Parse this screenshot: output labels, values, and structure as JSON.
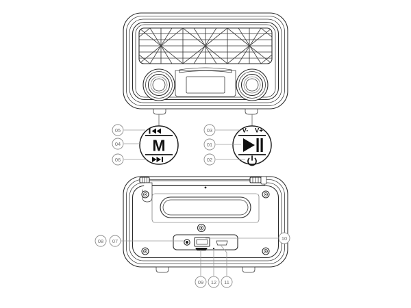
{
  "document": {
    "type": "product-exploded-callout-diagram",
    "subject": "Retro portable radio speaker",
    "background_color": "#ffffff",
    "line_color": "#2b2b2b",
    "callout_color": "#8a8a8a"
  },
  "views": [
    {
      "id": "front-view",
      "name": "front-view",
      "description": "Front elevation of the radio showing lattice speaker grille, two rotary knobs and central LCD display"
    },
    {
      "id": "rear-view",
      "name": "rear-view",
      "description": "Rear elevation of the radio showing carry handle recess, antenna hinge, corner screws and connector panel"
    }
  ],
  "front_controls": {
    "left_button": {
      "name": "left-multifunction-knob",
      "top_icon": "previous-track-icon",
      "center_label": "M",
      "bottom_icon": "next-track-icon"
    },
    "right_button": {
      "name": "right-playback-knob",
      "top_label_left": "V-",
      "top_label_right": "V+",
      "center_icon": "play-pause-icon",
      "bottom_icon": "power-icon"
    }
  },
  "callouts": [
    {
      "id": "01",
      "label": "01",
      "name": "callout-01-play-pause",
      "target": "play-pause-button",
      "side": "left"
    },
    {
      "id": "02",
      "label": "02",
      "name": "callout-02-power",
      "target": "power-button",
      "side": "left"
    },
    {
      "id": "03",
      "label": "03",
      "name": "callout-03-volume",
      "target": "volume-up-down",
      "side": "left"
    },
    {
      "id": "04",
      "label": "04",
      "name": "callout-04-mode",
      "target": "mode-button",
      "side": "left"
    },
    {
      "id": "05",
      "label": "05",
      "name": "callout-05-previous",
      "target": "previous-track-button",
      "side": "left"
    },
    {
      "id": "06",
      "label": "06",
      "name": "callout-06-next",
      "target": "next-track-button",
      "side": "left"
    },
    {
      "id": "07",
      "label": "07",
      "name": "callout-07-aux-jack",
      "target": "aux-input-jack",
      "side": "left"
    },
    {
      "id": "08",
      "label": "08",
      "name": "callout-08-connector-panel",
      "target": "connector-panel",
      "side": "left"
    },
    {
      "id": "09",
      "label": "09",
      "name": "callout-09-sd-card-slot",
      "target": "sd-card-slot",
      "side": "bottom"
    },
    {
      "id": "10",
      "label": "10",
      "name": "callout-10-usb-port",
      "target": "usb-a-port",
      "side": "right"
    },
    {
      "id": "11",
      "label": "11",
      "name": "callout-11-micro-usb-port",
      "target": "micro-usb-port",
      "side": "bottom"
    },
    {
      "id": "12",
      "label": "12",
      "name": "callout-12-indicator-led",
      "target": "indicator-led",
      "side": "bottom"
    }
  ],
  "rear_features": [
    {
      "name": "antenna-hinge-left",
      "label": "antenna hinge"
    },
    {
      "name": "antenna-hinge-right",
      "label": "antenna clip"
    },
    {
      "name": "handle-recess",
      "label": "carry handle recess"
    },
    {
      "name": "center-screw",
      "label": "center screw"
    },
    {
      "name": "corner-screw",
      "label": "corner screw",
      "count": 4
    },
    {
      "name": "connector-panel",
      "label": "connector panel"
    },
    {
      "name": "foot",
      "label": "rubber foot",
      "count": 2
    }
  ]
}
